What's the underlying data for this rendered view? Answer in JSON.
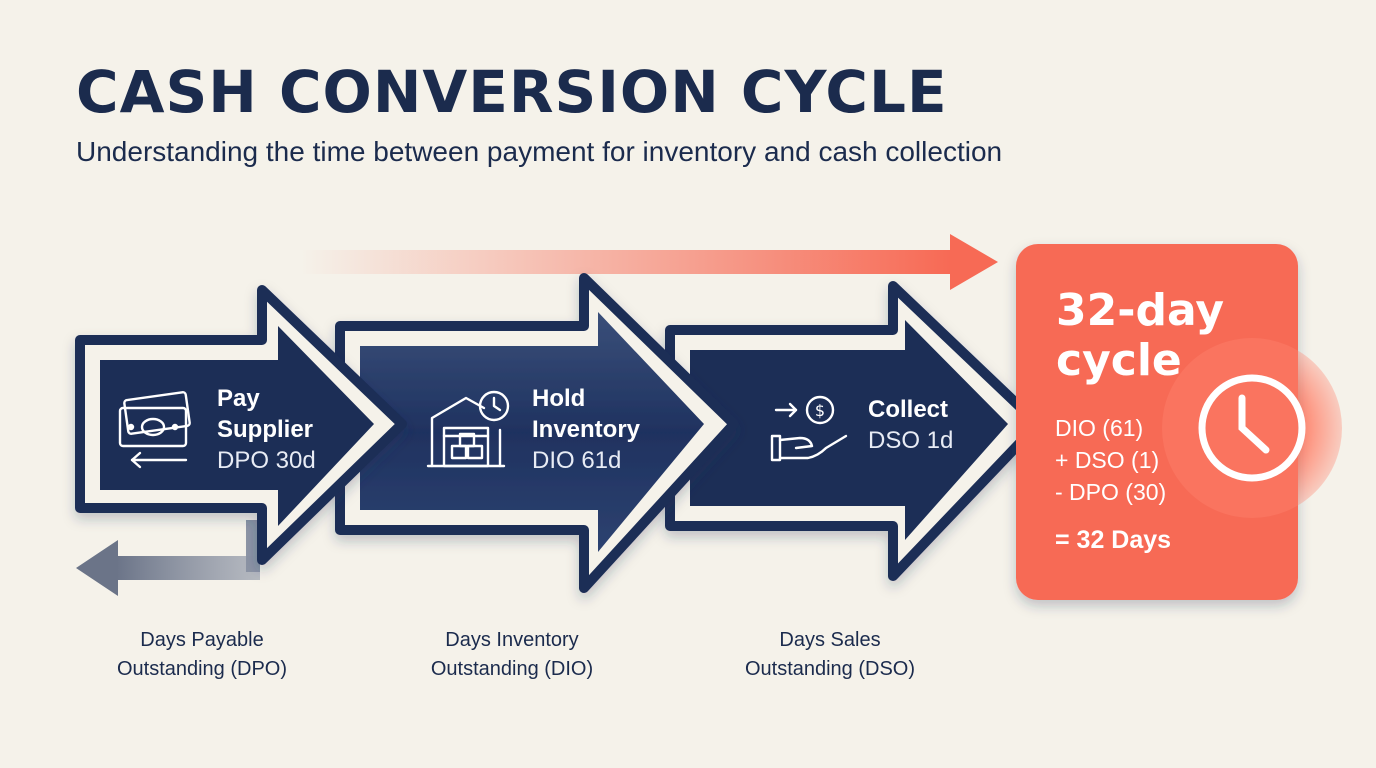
{
  "title": "CASH CONVERSION CYCLE",
  "subtitle": "Understanding the time between payment for inventory and cash collection",
  "steps": [
    {
      "name_line1": "Pay",
      "name_line2": "Supplier",
      "metric": "DPO 30d",
      "caption_line1": "Days Payable",
      "caption_line2": "Outstanding (DPO)",
      "icon": "cash-out-icon"
    },
    {
      "name_line1": "Hold",
      "name_line2": "Inventory",
      "metric": "DIO 61d",
      "caption_line1": "Days Inventory",
      "caption_line2": "Outstanding (DIO)",
      "icon": "warehouse-clock-icon"
    },
    {
      "name_line1": "Collect",
      "metric": "DSO 1d",
      "caption_line1": "Days Sales",
      "caption_line2": "Outstanding (DSO)",
      "icon": "hand-coin-icon"
    }
  ],
  "result": {
    "title_line1": "32-day",
    "title_line2": "cycle",
    "formula": [
      "DIO (61)",
      "+ DSO (1)",
      "- DPO (30)"
    ],
    "total": "= 32 Days",
    "icon": "clock-icon"
  },
  "colors": {
    "navy": "#1b2d57",
    "coral": "#f76a55",
    "background": "#f5f2ea"
  }
}
